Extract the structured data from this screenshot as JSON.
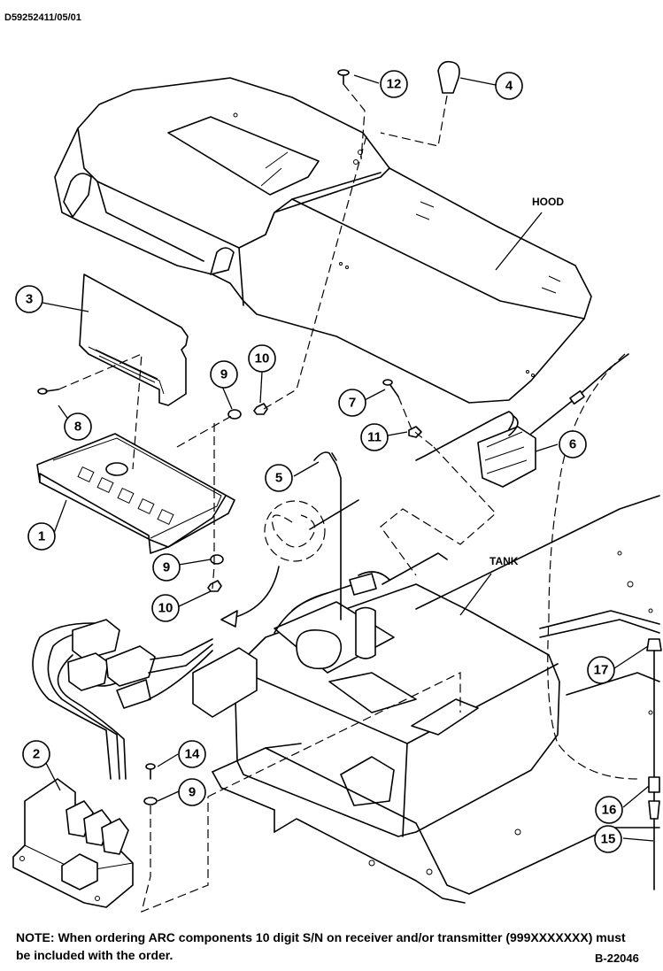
{
  "document_id": "D59252411/05/01",
  "drawing_number": "B-22046",
  "note": "NOTE: When ordering ARC components 10 digit S/N on receiver and/or transmitter (999XXXXXXX) must be included with the order.",
  "labels": {
    "hood": "HOOD",
    "tank": "TANK"
  },
  "callouts": [
    "1",
    "2",
    "3",
    "4",
    "5",
    "6",
    "7",
    "8",
    "9",
    "9",
    "9",
    "10",
    "10",
    "11",
    "12",
    "14",
    "15",
    "16",
    "17"
  ]
}
